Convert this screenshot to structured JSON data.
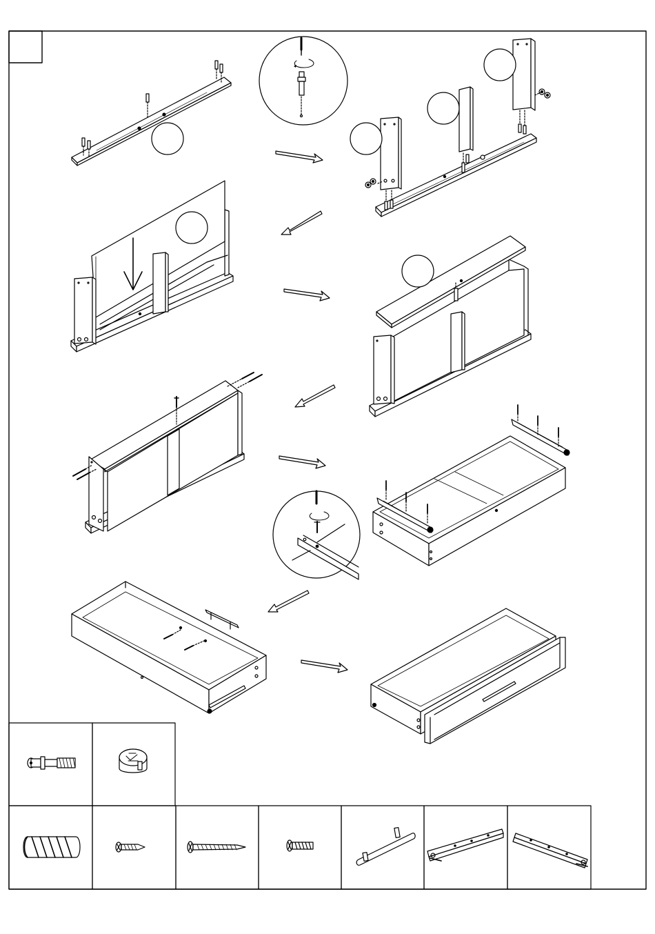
{
  "sheet": {
    "step_box_label": "",
    "step_circle_labels": [
      "",
      "",
      "",
      "",
      "",
      ""
    ]
  },
  "steps": [
    {
      "id": "base-panel-dowels"
    },
    {
      "id": "cam-bolt-detail"
    },
    {
      "id": "attach-side-and-divider-panels"
    },
    {
      "id": "insert-back-panel"
    },
    {
      "id": "attach-top-panel"
    },
    {
      "id": "screw-frame-together"
    },
    {
      "id": "attach-drawer-slides"
    },
    {
      "id": "drawer-slide-screw-detail"
    },
    {
      "id": "attach-handle-to-drawer"
    },
    {
      "id": "finished-drawer"
    }
  ],
  "hardware": {
    "row1": [
      {
        "icon": "cam-bolt-icon"
      },
      {
        "icon": "cam-lock-nut-icon"
      }
    ],
    "row2": [
      {
        "icon": "wooden-dowel-icon"
      },
      {
        "icon": "short-screw-icon"
      },
      {
        "icon": "long-screw-icon"
      },
      {
        "icon": "handle-screw-icon"
      },
      {
        "icon": "bar-handle-icon"
      },
      {
        "icon": "drawer-slide-left-icon"
      },
      {
        "icon": "drawer-slide-right-icon"
      }
    ]
  },
  "style": {
    "ink": "#000000",
    "paper": "#ffffff"
  }
}
